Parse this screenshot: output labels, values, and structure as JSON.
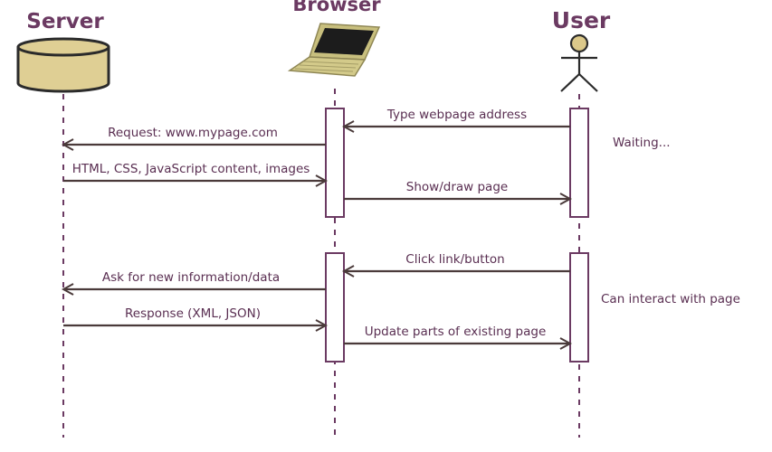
{
  "actors": {
    "server": "Server",
    "browser": "Browser",
    "user": "User"
  },
  "messages": [
    "Type webpage address",
    "Request: www.mypage.com",
    "HTML, CSS, JavaScript content, images",
    "Show/draw page",
    "Click link/button",
    "Ask for new information/data",
    "Response (XML, JSON)",
    "Update parts of existing page"
  ],
  "notes": [
    "Waiting...",
    "Can interact with page"
  ],
  "colors": {
    "lifeline": "#6b3a62",
    "arrow": "#4a3a3a",
    "title": "#6b3a62",
    "server_fill": "#dfcf94",
    "laptop_body": "#c8bf7e",
    "actor_head": "#dcc98a"
  }
}
